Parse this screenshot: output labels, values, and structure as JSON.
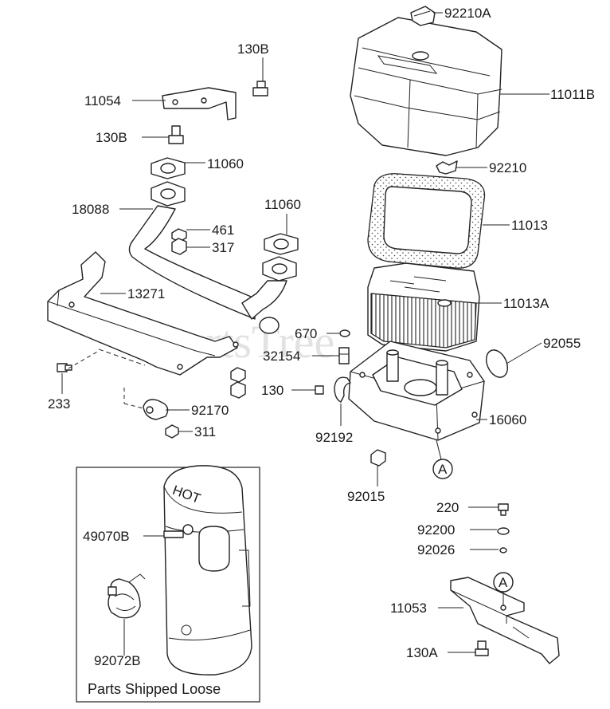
{
  "watermark": "PartsTree",
  "callouts": {
    "p92210A": "92210A",
    "p11011B": "11011B",
    "p130B_top": "130B",
    "p11054": "11054",
    "p130B_left": "130B",
    "p11060_a": "11060",
    "p92210": "92210",
    "p18088": "18088",
    "p11060_b": "11060",
    "p461": "461",
    "p317": "317",
    "p11013": "11013",
    "p13271": "13271",
    "p11013A": "11013A",
    "p670": "670",
    "p32154": "32154",
    "p92055": "92055",
    "p130": "130",
    "p16060": "16060",
    "p233": "233",
    "p92170": "92170",
    "p92192": "92192",
    "p311": "311",
    "ref_a_upper": "A",
    "p92015": "92015",
    "p220": "220",
    "p49070B": "49070B",
    "p92200": "92200",
    "p92026": "92026",
    "ref_a_lower": "A",
    "p11053": "11053",
    "p92072B": "92072B",
    "p130A": "130A"
  },
  "loose_box": {
    "caption": "Parts Shipped Loose"
  },
  "muffler_lettering": "HOT"
}
